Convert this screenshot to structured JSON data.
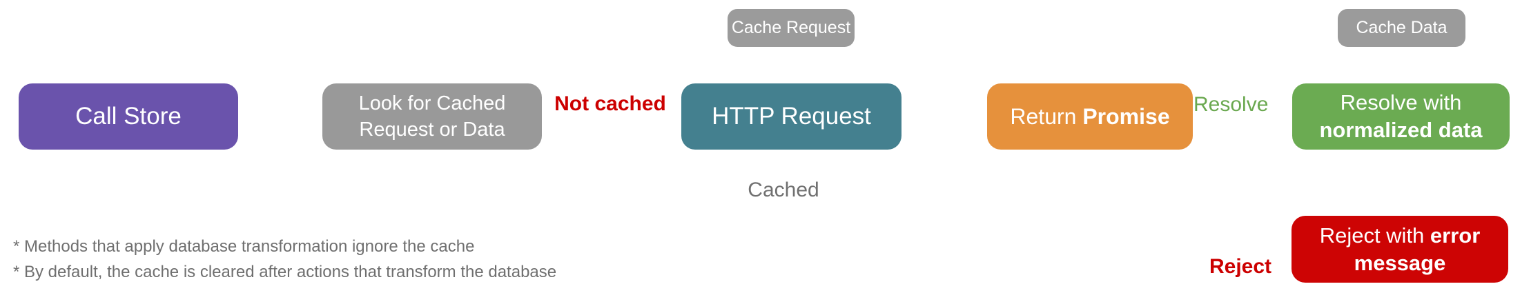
{
  "diagram": {
    "background": "#ffffff",
    "boxes": {
      "call_store": {
        "label": "Call Store",
        "color": "#6a53ac"
      },
      "look_for_cache": {
        "line1": "Look for Cached",
        "line2": "Request or Data",
        "color": "#999999"
      },
      "http_request": {
        "label": "HTTP Request",
        "color": "#44808f"
      },
      "return_promise": {
        "prefix": "Return ",
        "bold": "Promise",
        "color": "#e6913c"
      },
      "resolve_node": {
        "line1": "Resolve with",
        "line2_bold": "normalized data",
        "color": "#6bab52"
      },
      "reject_node": {
        "line1_prefix": "Reject with ",
        "line1_bold": "error",
        "line2_bold": "message",
        "color": "#cd0404"
      },
      "cache_request": {
        "label": "Cache Request",
        "color": "#9b9b9b"
      },
      "cache_data": {
        "label": "Cache Data",
        "color": "#9b9b9b"
      }
    },
    "edge_labels": {
      "not_cached": {
        "text": "Not cached",
        "color": "#cc0000"
      },
      "cached": {
        "text": "Cached",
        "color": "#707070"
      },
      "resolve": {
        "text": "Resolve",
        "color": "#6aa84f"
      },
      "reject": {
        "text": "Reject",
        "color": "#cc0000"
      }
    },
    "footnotes": {
      "color": "#6f6f6f",
      "line1": "* Methods that apply database transformation ignore the cache",
      "line2": "* By default, the cache is cleared after actions that transform the database"
    }
  }
}
